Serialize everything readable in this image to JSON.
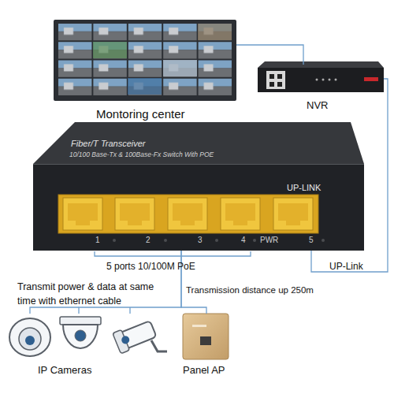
{
  "diagram": {
    "nodes": [
      {
        "text": [
          "Montoring center"
        ]
      },
      {
        "text": [
          "NVR"
        ]
      },
      {
        "text": [
          "Fiber/T Transceiver",
          "10/100 Base-Tx & 100Base-Fx Switch With POE",
          "UP-LINK"
        ]
      },
      {
        "text": [
          "IP Cameras"
        ]
      },
      {
        "text": [
          "Panel AP"
        ]
      }
    ],
    "edges": [
      {
        "from": 0,
        "to": 1,
        "arrow": "none"
      },
      {
        "from": 1,
        "to": 2,
        "label": "UP-Link",
        "arrow": "none"
      },
      {
        "from": 2,
        "to": 3,
        "label": "Transmission distance up 250m",
        "arrow": "none"
      },
      {
        "from": 2,
        "to": 4,
        "arrow": "none"
      }
    ],
    "labels": [
      "1",
      "2",
      "3",
      "4",
      "PWR",
      "5",
      "5 ports 10/100M PoE",
      "Transmit power & data at same time with ethernet cable"
    ]
  }
}
